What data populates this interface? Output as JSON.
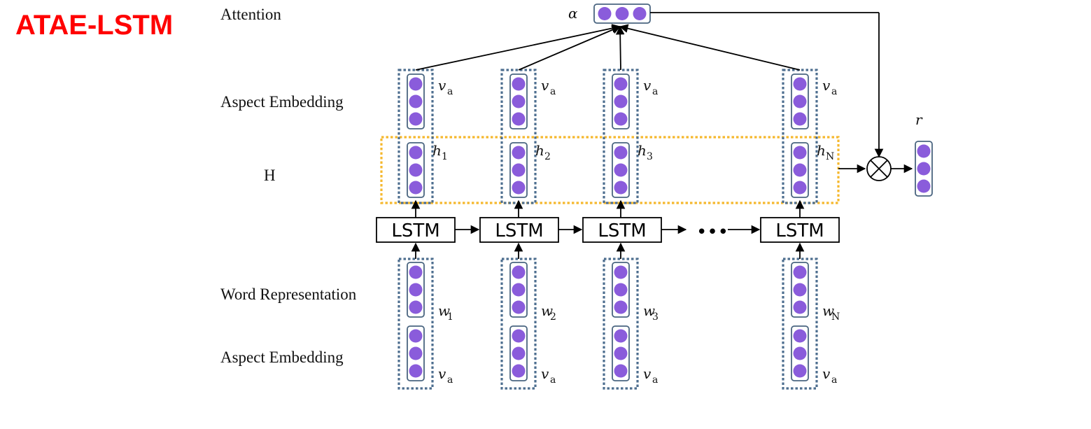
{
  "title": "ATAE-LSTM",
  "row_labels": {
    "attention": "Attention",
    "aspect_top": "Aspect Embedding",
    "h": "H",
    "word": "Word Representation",
    "aspect_bottom": "Aspect Embedding"
  },
  "symbols": {
    "alpha": "α",
    "r": "r",
    "aspect_v": "v",
    "aspect_sub": "a",
    "ellipsis": "•••"
  },
  "lstm_label": "LSTM",
  "columns": [
    {
      "h_base": "h",
      "h_sub": "1",
      "w_base": "w",
      "w_sub": "1"
    },
    {
      "h_base": "h",
      "h_sub": "2",
      "w_base": "w",
      "w_sub": "2"
    },
    {
      "h_base": "h",
      "h_sub": "3",
      "w_base": "w",
      "w_sub": "3"
    },
    {
      "h_base": "h",
      "h_sub": "N",
      "w_base": "w",
      "w_sub": "N"
    }
  ],
  "colors": {
    "title": "#ff0000",
    "node_fill": "#8a5cdb",
    "box_stroke": "#4a6580",
    "dotted_blue": "#4d6e8f",
    "dotted_yellow": "#f5b82e"
  }
}
